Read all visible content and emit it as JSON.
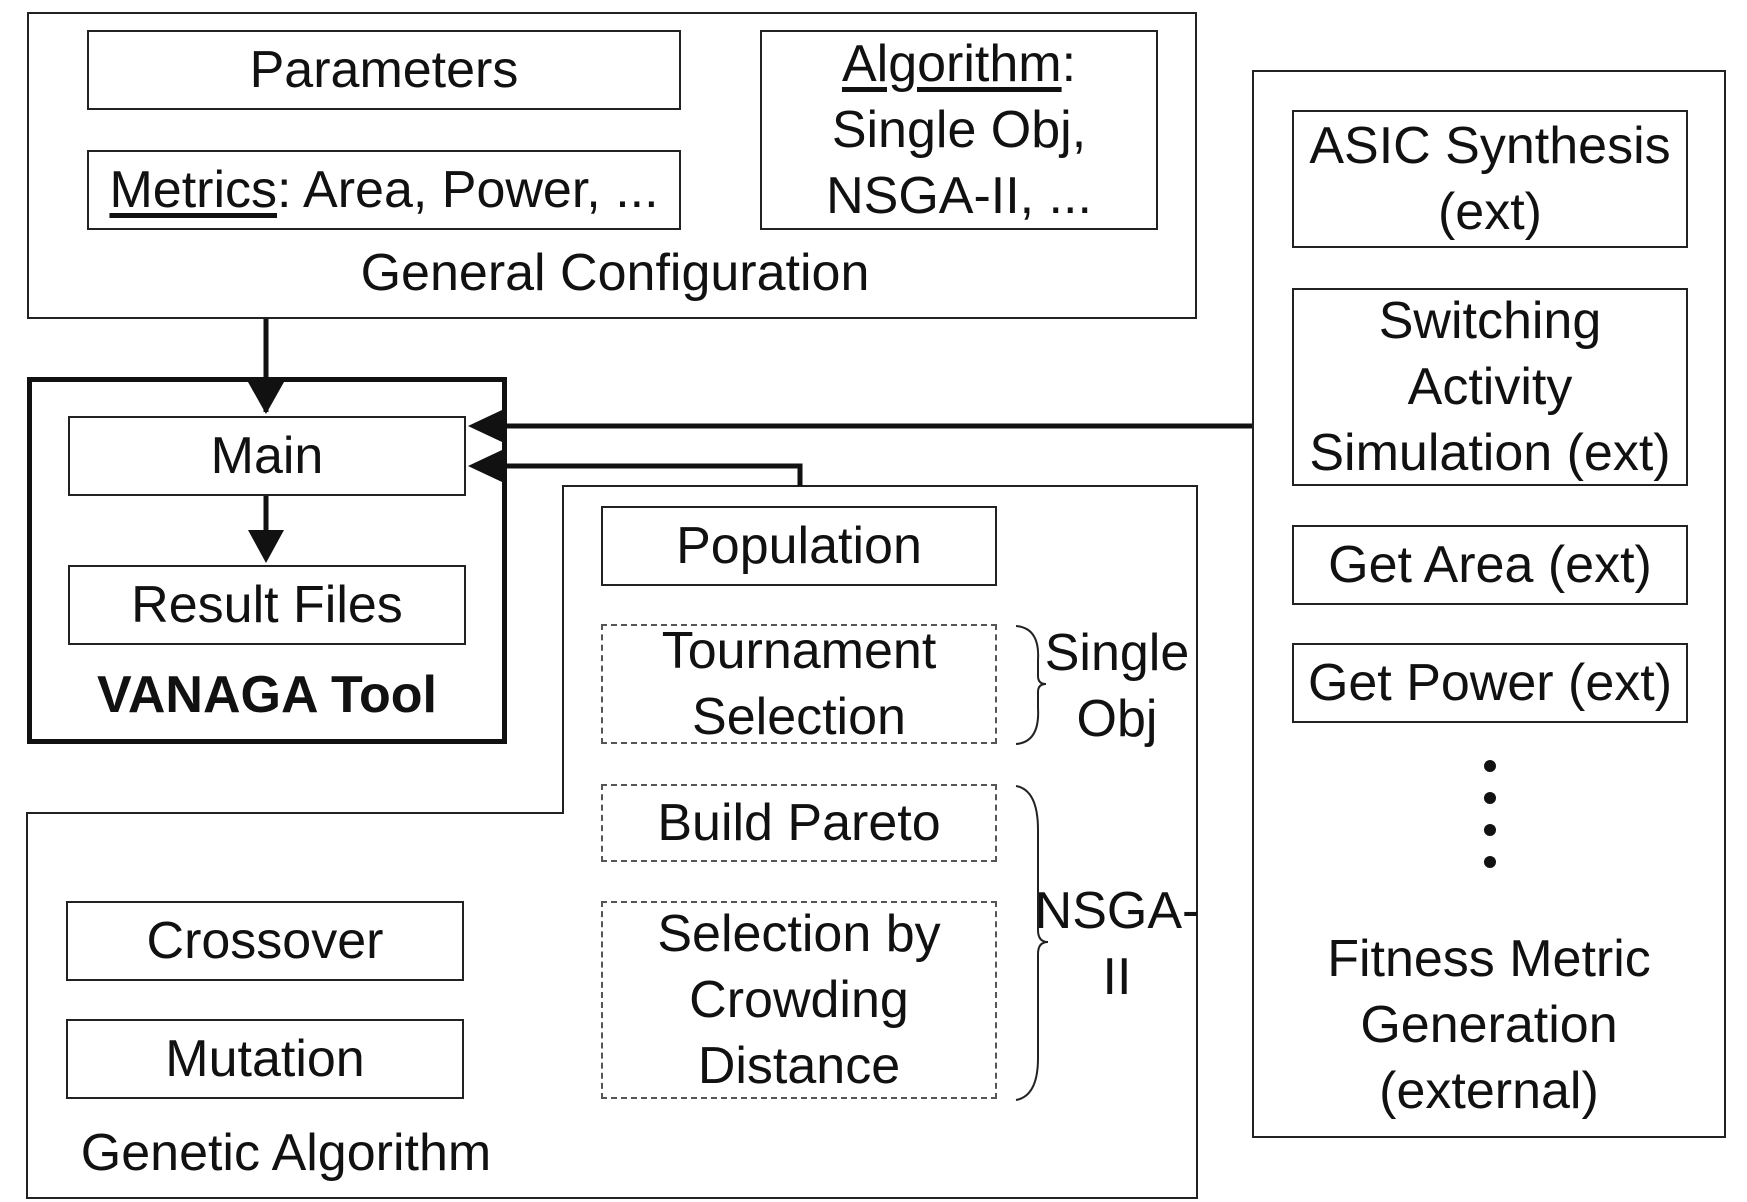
{
  "general_config": {
    "title": "General Configuration",
    "parameters": "Parameters",
    "metrics_key": "Metrics",
    "metrics_rest": ": Area, Power, ...",
    "algorithm_key": "Algorithm",
    "algorithm_colon": ":",
    "algorithm_line2": "Single Obj,",
    "algorithm_line3": "NSGA-II, ..."
  },
  "vanaga_tool": {
    "title": "VANAGA Tool",
    "main": "Main",
    "result_files": "Result Files"
  },
  "genetic_algorithm": {
    "title": "Genetic Algorithm",
    "population": "Population",
    "tournament_selection": "Tournament\nSelection",
    "build_pareto": "Build Pareto",
    "selection_crowding": "Selection by\nCrowding\nDistance",
    "single_obj_label": "Single\nObj",
    "nsga_label": "NSGA-\nII",
    "crossover": "Crossover",
    "mutation": "Mutation"
  },
  "fitness": {
    "title": "Fitness Metric\nGeneration\n(external)",
    "asic_synthesis": "ASIC Synthesis\n(ext)",
    "switching_activity": "Switching\nActivity\nSimulation (ext)",
    "get_area": "Get Area (ext)",
    "get_power": "Get Power (ext)"
  }
}
